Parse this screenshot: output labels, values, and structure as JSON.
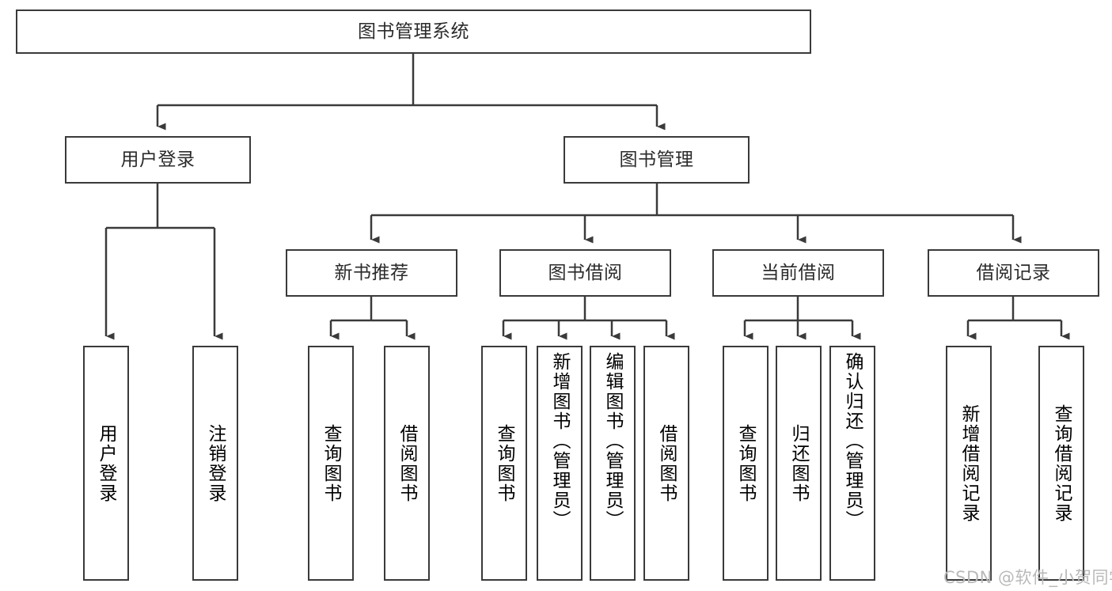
{
  "diagram": {
    "title_node": {
      "label": "图书管理系统"
    },
    "level2": [
      {
        "label": "用户登录"
      },
      {
        "label": "图书管理"
      }
    ],
    "level3": [
      {
        "label": "新书推荐"
      },
      {
        "label": "图书借阅"
      },
      {
        "label": "当前借阅"
      },
      {
        "label": "借阅记录"
      }
    ],
    "leaves": [
      {
        "label": "用户登录",
        "align": "center"
      },
      {
        "label": "注销登录",
        "align": "center"
      },
      {
        "label": "查询图书",
        "align": "center"
      },
      {
        "label": "借阅图书",
        "align": "center"
      },
      {
        "label": "查询图书",
        "align": "center"
      },
      {
        "label": "新增图书（管理员）",
        "align": "top"
      },
      {
        "label": "编辑图书（管理员）",
        "align": "top"
      },
      {
        "label": "借阅图书",
        "align": "center"
      },
      {
        "label": "查询图书",
        "align": "center"
      },
      {
        "label": "归还图书",
        "align": "center"
      },
      {
        "label": "确认归还（管理员）",
        "align": "top"
      },
      {
        "label": "新增借阅记录",
        "align": "center"
      },
      {
        "label": "查询借阅记录",
        "align": "center"
      }
    ],
    "watermark": {
      "text": "CSDN @软件_小贺同学"
    },
    "colors": {
      "stroke": "#3a3a3a",
      "text": "#2b2b2b",
      "background": "#ffffff",
      "watermark": "#b9b9b9"
    }
  }
}
